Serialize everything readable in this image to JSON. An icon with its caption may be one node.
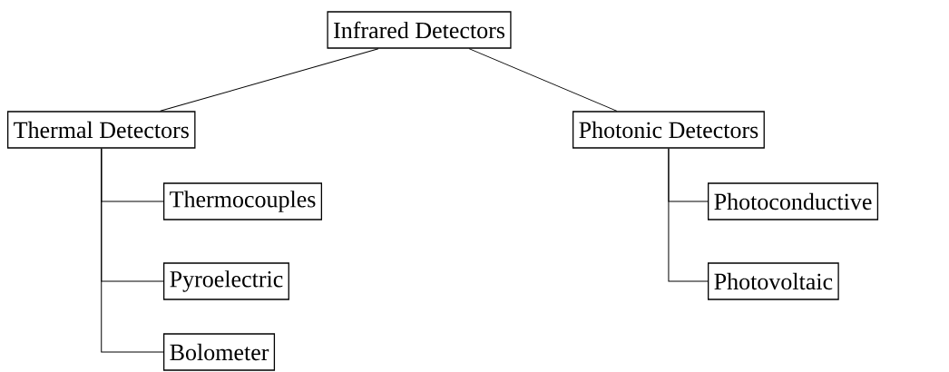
{
  "diagram": {
    "nodes": [
      {
        "text": [
          "Infrared Detectors"
        ]
      },
      {
        "text": [
          "Thermal Detectors"
        ]
      },
      {
        "text": [
          "Photonic Detectors"
        ]
      },
      {
        "text": [
          "Thermocouples"
        ]
      },
      {
        "text": [
          "Pyroelectric"
        ]
      },
      {
        "text": [
          "Bolometer"
        ]
      },
      {
        "text": [
          "Photoconductive"
        ]
      },
      {
        "text": [
          "Photovoltaic"
        ]
      }
    ],
    "edges": [
      {
        "from": 0,
        "to": 1,
        "arrow": "none"
      },
      {
        "from": 0,
        "to": 2,
        "arrow": "none"
      },
      {
        "from": 1,
        "to": 3,
        "arrow": "none"
      },
      {
        "from": 1,
        "to": 4,
        "arrow": "none"
      },
      {
        "from": 1,
        "to": 5,
        "arrow": "none"
      },
      {
        "from": 2,
        "to": 6,
        "arrow": "none"
      },
      {
        "from": 2,
        "to": 7,
        "arrow": "none"
      }
    ]
  }
}
